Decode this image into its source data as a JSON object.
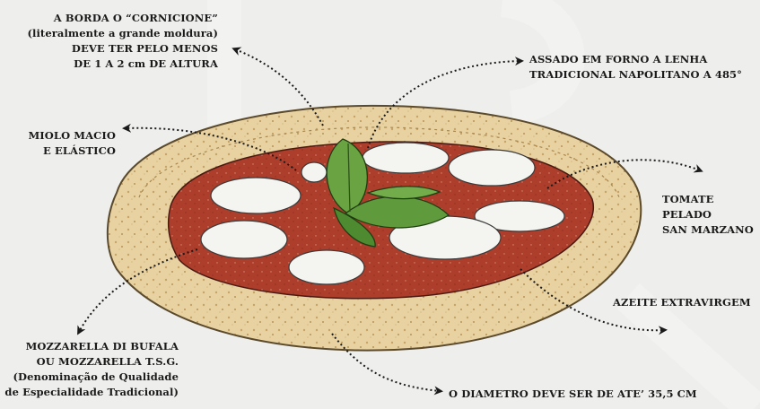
{
  "labels": {
    "cornicione": [
      "A BORDA O “CORNICIONE”",
      "(literalmente a grande moldura)",
      "DEVE TER PELO MENOS",
      "DE 1 A 2 cm DE ALTURA"
    ],
    "forno": [
      "ASSADO EM FORNO A LENHA",
      "TRADICIONAL NAPOLITANO A 485°"
    ],
    "miolo": [
      "MIOLO MACIO",
      "E ELÁSTICO"
    ],
    "tomate": [
      "TOMATE",
      "PELADO",
      "SAN MARZANO"
    ],
    "azeite": [
      "AZEITE EXTRAVIRGEM"
    ],
    "mozzarella": [
      "MOZZARELLA DI BUFALA",
      "OU  MOZZARELLA T.S.G.",
      "(Denominação de Qualidade",
      "de Especialidade Tradicional)"
    ],
    "diametro": [
      "O DIAMETRO DEVE SER DE ATE’ 35,5 CM"
    ]
  },
  "colors": {
    "background": "#eeeeec",
    "crust": "#e7cf9e",
    "crust_dark": "#c9a96a",
    "sauce": "#b0402e",
    "mozzarella": "#f4f4f1",
    "basil": "#5f9a3c",
    "ink": "#1a1a1a"
  },
  "icons": [
    "pizza-illustration",
    "arrow-icon"
  ]
}
